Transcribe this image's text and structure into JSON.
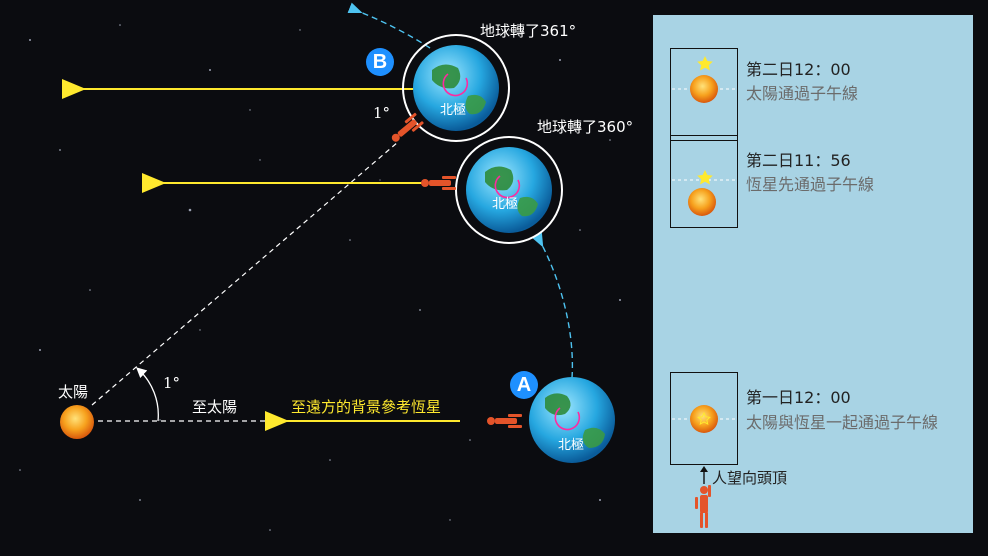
{
  "diagram": {
    "sun_label": "太陽",
    "angle_label_bottom": "1°",
    "angle_label_top": "1°",
    "to_sun_label": "至太陽",
    "to_star_label": "至遠方的背景參考恆星",
    "earth_b_rotation": "地球轉了361°",
    "earth_mid_rotation": "地球轉了360°",
    "north_pole_label": "北極",
    "badge_a": "A",
    "badge_b": "B"
  },
  "panel": {
    "day2_1200_time": "第二日12：00",
    "day2_1200_desc": "太陽通過子午線",
    "day2_1156_time": "第二日11：56",
    "day2_1156_desc": "恆星先通過子午線",
    "day1_1200_time": "第一日12：00",
    "day1_1200_desc": "太陽與恆星一起通過子午線",
    "person_label": "人望向頭頂"
  },
  "colors": {
    "background": "#0b0c10",
    "panel": "#a8d3e4",
    "arrow_yellow": "#ffe92e",
    "orbit_dashes": "#4ec3f0",
    "person_red": "#e4542a",
    "sun_orange": "#f7931e"
  }
}
